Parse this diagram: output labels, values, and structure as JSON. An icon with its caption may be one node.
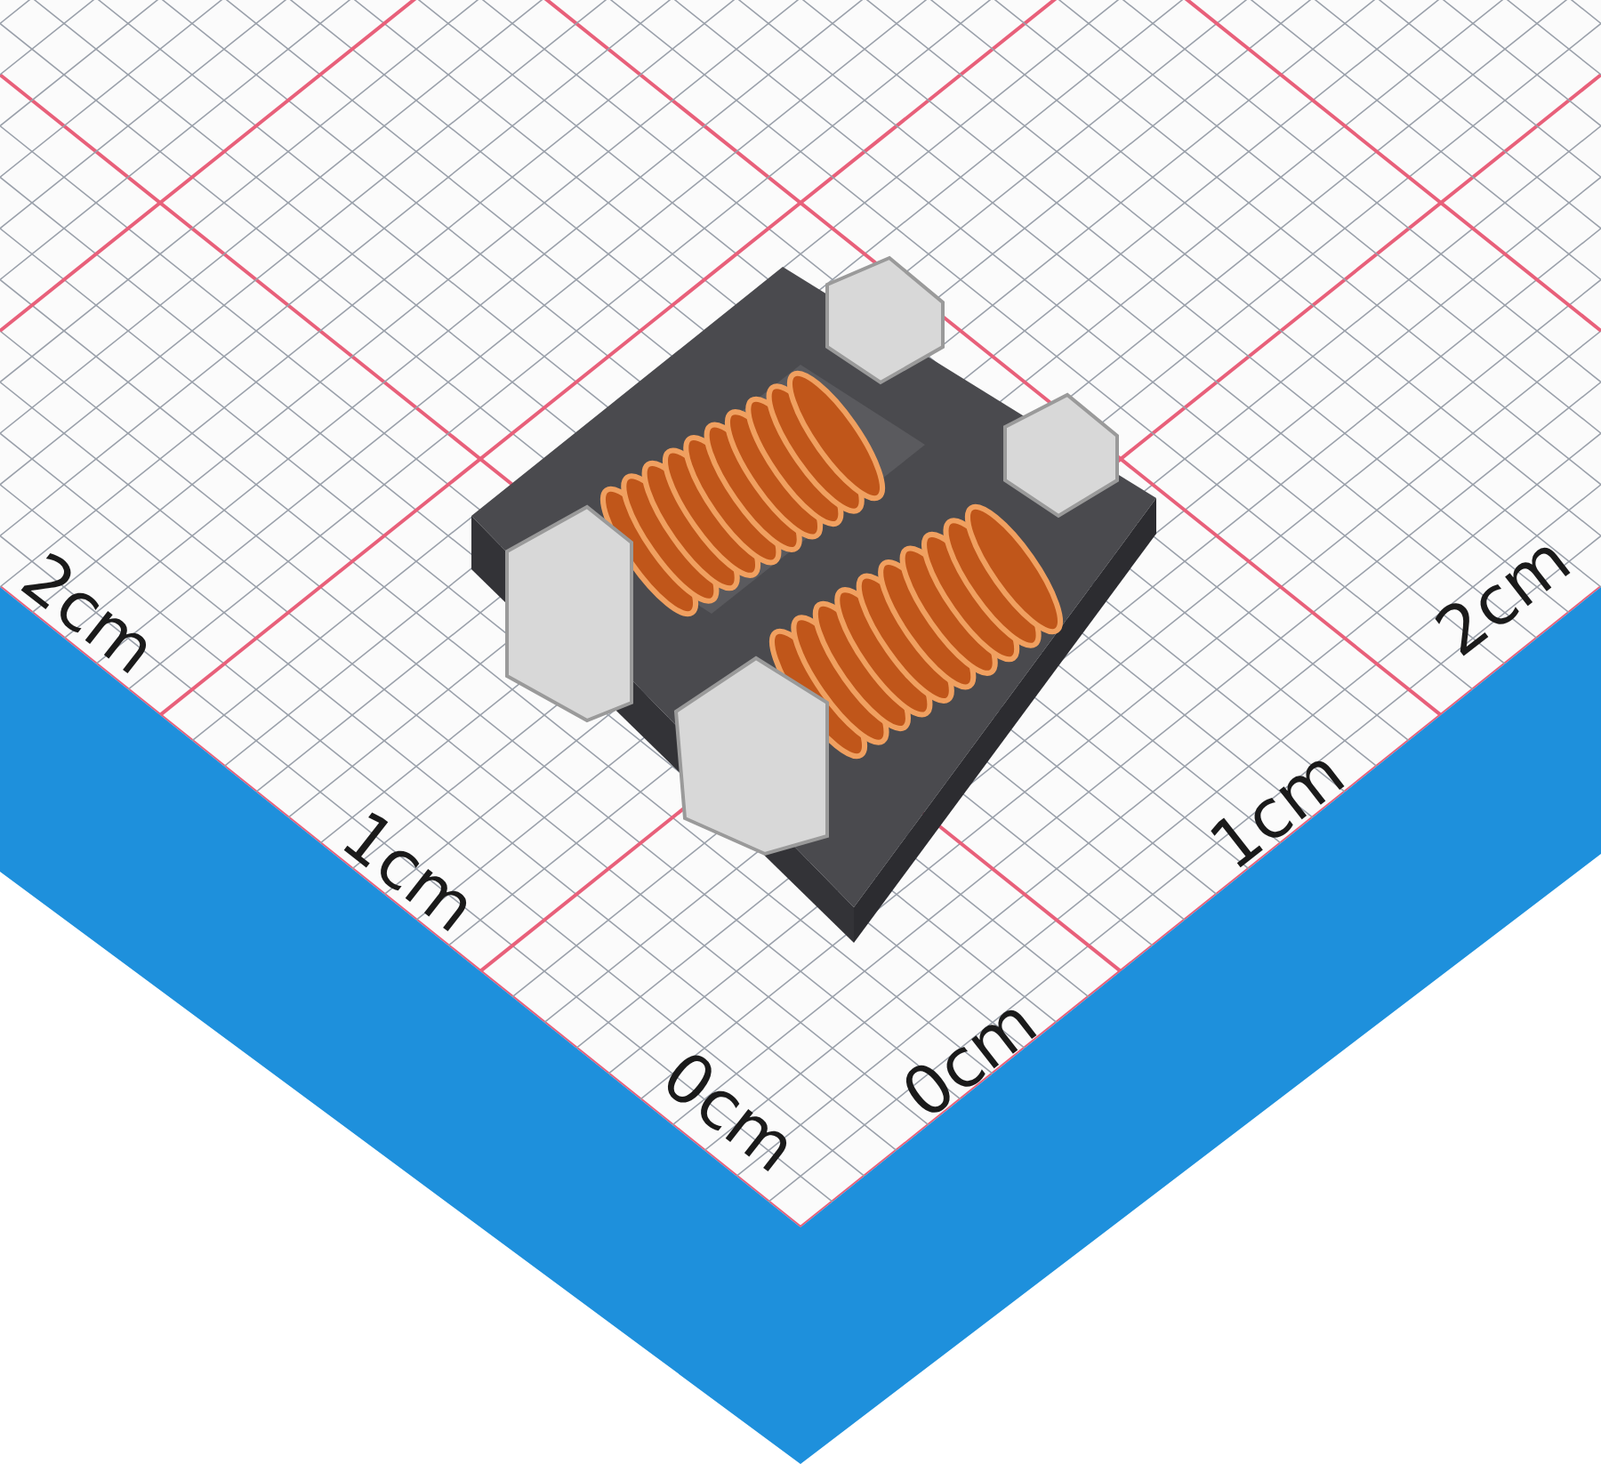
{
  "diagram": {
    "labels": [
      "2cm",
      "2cm",
      "1cm",
      "1cm",
      "0cm",
      "0cm"
    ]
  }
}
